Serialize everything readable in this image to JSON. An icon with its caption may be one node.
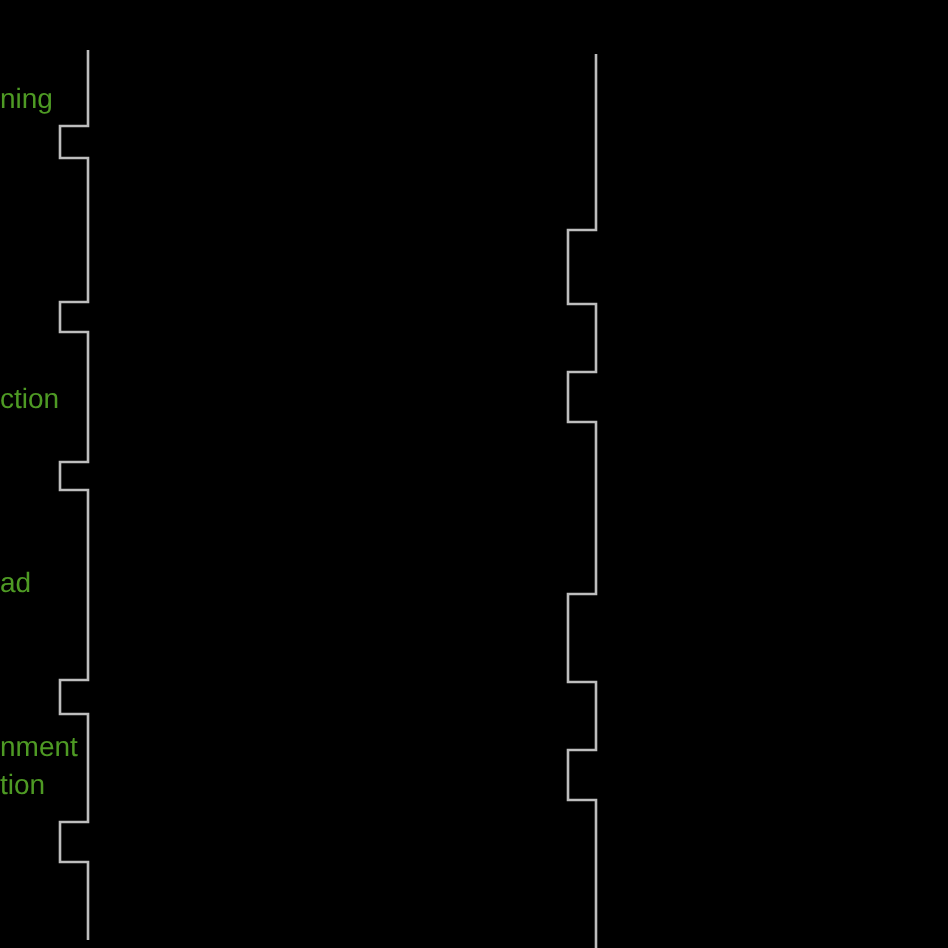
{
  "diagram": {
    "labels": [
      "ning",
      "ction",
      "ad",
      "nment tion"
    ]
  }
}
